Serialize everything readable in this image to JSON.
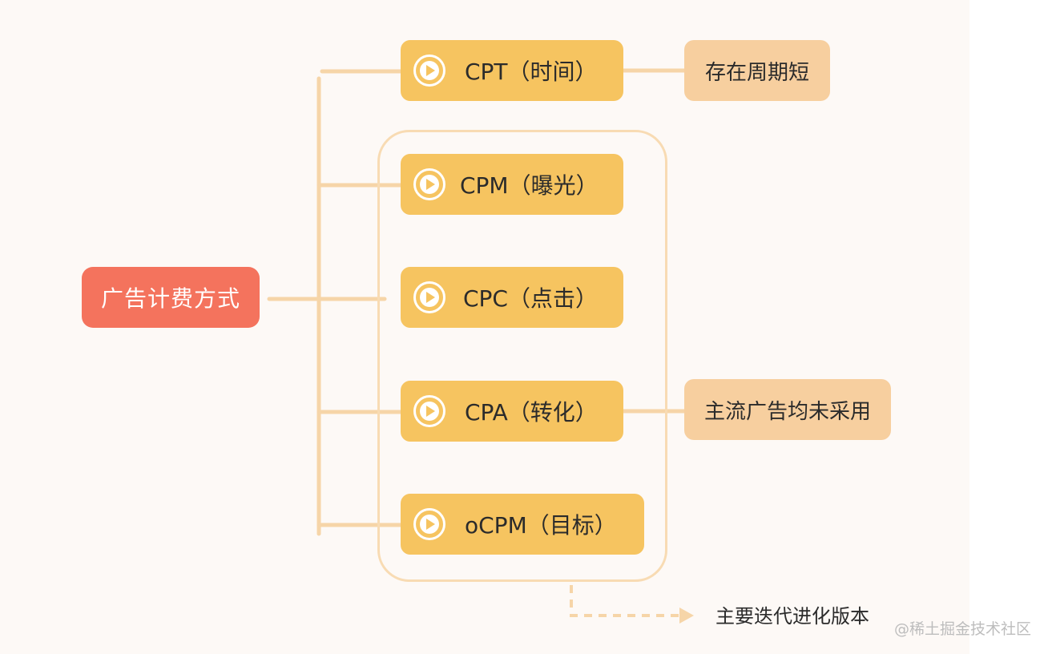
{
  "root": {
    "label": "广告计费方式"
  },
  "methods": [
    {
      "label": "CPT（时间）"
    },
    {
      "label": "CPM（曝光）"
    },
    {
      "label": "CPC（点击）"
    },
    {
      "label": "CPA（转化）"
    },
    {
      "label": "oCPM（目标）"
    }
  ],
  "notes": {
    "cpt": "存在周期短",
    "mainstream": "主流广告均未采用",
    "version": "主要迭代进化版本"
  },
  "watermark": "@稀土掘金技术社区",
  "icons": {
    "method": "play-circle-icon",
    "arrow": "dashed-arrow-icon"
  },
  "colors": {
    "root": "#f4735d",
    "method": "#f6c460",
    "note": "#f7cf9f",
    "connector": "#f6d5a8",
    "frame": "#f8dbb3",
    "canvas": "#fdf9f6"
  }
}
